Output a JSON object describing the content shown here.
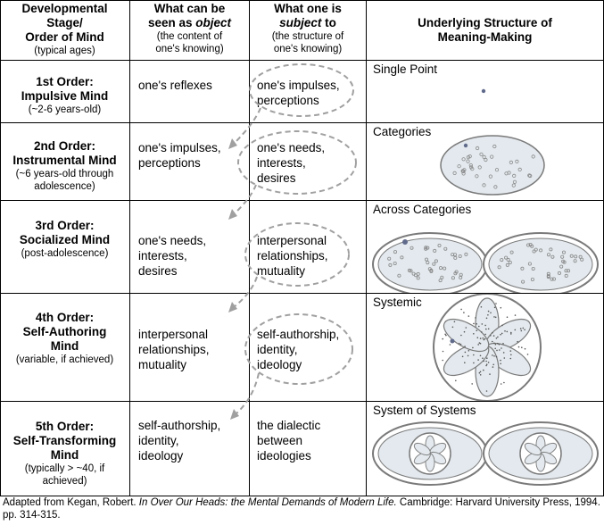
{
  "header": {
    "stage_line1": "Developmental",
    "stage_line2": "Stage/",
    "stage_line3": "Order of Mind",
    "stage_sub": "(typical ages)",
    "object_line1": "What can be",
    "object_line2_pre": "seen as ",
    "object_line2_em": "object",
    "object_sub1": "(the content of",
    "object_sub2": "one's knowing)",
    "subject_line1": "What one is",
    "subject_line2_em": "subject",
    "subject_line2_post": " to",
    "subject_sub1": "(the structure of",
    "subject_sub2": "one's knowing)",
    "structure_line1": "Underlying Structure of",
    "structure_line2": "Meaning-Making"
  },
  "rows": [
    {
      "title1": "1st Order:",
      "title2": "Impulsive Mind",
      "title3": "",
      "age1": "(~2-6 years-old)",
      "age2": "",
      "object": [
        "one's reflexes"
      ],
      "subject": [
        "one's impulses,",
        "perceptions"
      ],
      "structure": "Single Point"
    },
    {
      "title1": "2nd Order:",
      "title2": "Instrumental Mind",
      "title3": "",
      "age1": "(~6 years-old through",
      "age2": "adolescence)",
      "object": [
        "one's impulses,",
        "perceptions"
      ],
      "subject": [
        "one's needs,",
        "interests,",
        "desires"
      ],
      "structure": "Categories"
    },
    {
      "title1": "3rd Order:",
      "title2": "Socialized Mind",
      "title3": "",
      "age1": "(post-adolescence)",
      "age2": "",
      "object": [
        "one's needs,",
        "interests,",
        "desires"
      ],
      "subject": [
        "interpersonal",
        "relationships,",
        "mutuality"
      ],
      "structure": "Across Categories"
    },
    {
      "title1": "4th Order:",
      "title2": "Self-Authoring",
      "title3": "Mind",
      "age1": "(variable, if achieved)",
      "age2": "",
      "object": [
        "interpersonal",
        "relationships,",
        "mutuality"
      ],
      "subject": [
        "self-authorship,",
        "identity,",
        "ideology"
      ],
      "structure": "Systemic"
    },
    {
      "title1": "5th Order:",
      "title2": "Self-Transforming",
      "title3": "Mind",
      "age1": "(typically > ~40, if",
      "age2": "achieved)",
      "object": [
        "self-authorship,",
        "identity,",
        "ideology"
      ],
      "subject": [
        "the dialectic",
        "between",
        "ideologies"
      ],
      "structure": "System of Systems"
    }
  ],
  "footer": {
    "pre": "Adapted from Kegan, Robert.  ",
    "title": "In Over Our Heads: the Mental Demands of Modern Life.",
    "post": "  Cambridge: Harvard University Press, 1994.  pp. 314-315."
  },
  "colors": {
    "grid": "#000000",
    "dash": "#a0a0a0",
    "diagram_stroke": "#7a7a7a",
    "diagram_fill": "#e3e9ee",
    "dot": "#606a8a"
  }
}
